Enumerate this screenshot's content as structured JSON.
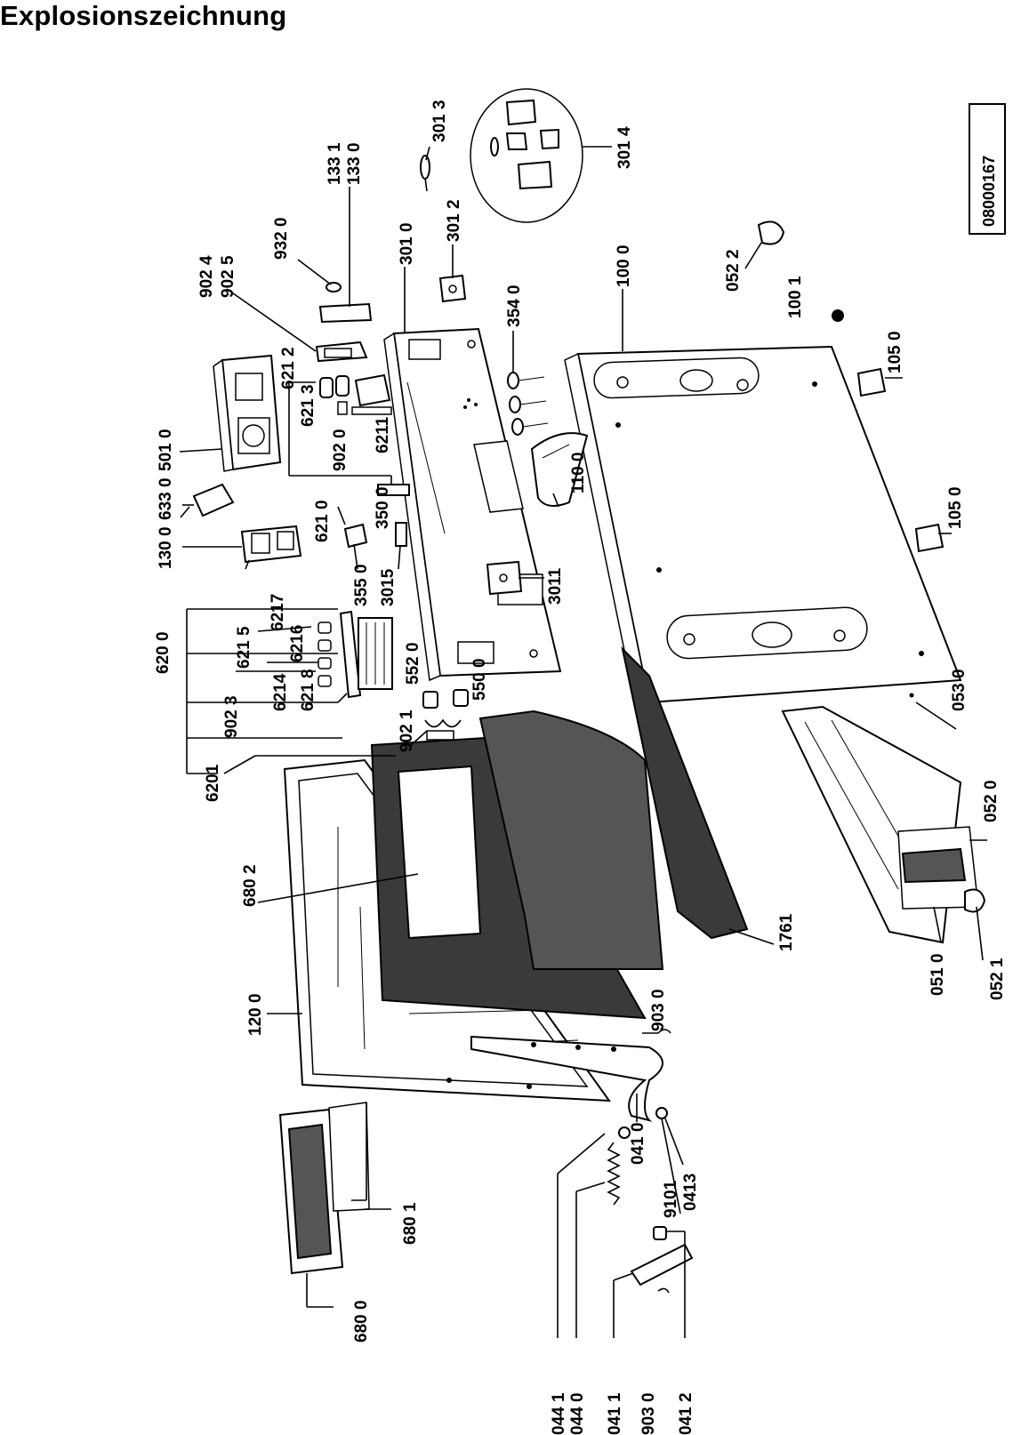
{
  "title": "Explosionszeichnung",
  "drawing_number": "08000167",
  "labels": {
    "l0441": "044 1",
    "l0440": "044 0",
    "l0411": "041 1",
    "l9030b": "903 0",
    "l0412": "041 2",
    "l6800": "680 0",
    "l6801": "680 1",
    "l9101": "9101",
    "l0413": "0413",
    "l0410": "041 0",
    "l9030": "903 0",
    "l1200": "120 0",
    "l6802": "680 2",
    "l6201": "6201",
    "l9023": "902 3",
    "l6218": "621 8",
    "l6214": "6214",
    "l6200": "620 0",
    "l6215": "621 5",
    "l6216": "6216",
    "l6217": "6217",
    "l5520": "552 0",
    "l5500": "550 0",
    "l9021": "902 1",
    "l1300": "130 0",
    "l3550": "355 0",
    "l3015": "3015",
    "l6330": "633 0",
    "l5010": "501 0",
    "l6210": "621 0",
    "l3500": "350 0",
    "l9020": "902 0",
    "l6213": "621 3",
    "l6211": "6211",
    "l6212": "621 2",
    "l9024": "902 4",
    "l9025": "902 5",
    "l9320": "932 0",
    "l1331": "133 1",
    "l1330": "133 0",
    "l3010": "301 0",
    "l3013": "301 3",
    "l3012": "301 2",
    "l3540": "354 0",
    "l3014": "301 4",
    "l1100": "110 0",
    "l3011": "3011",
    "l1000": "100 0",
    "l0522": "052 2",
    "l1001": "100 1",
    "l1050a": "105 0",
    "l1050b": "105 0",
    "l0530": "053 0",
    "l0520": "052 0",
    "l1761": "1761",
    "l0510": "051 0",
    "l0521": "052 1"
  }
}
